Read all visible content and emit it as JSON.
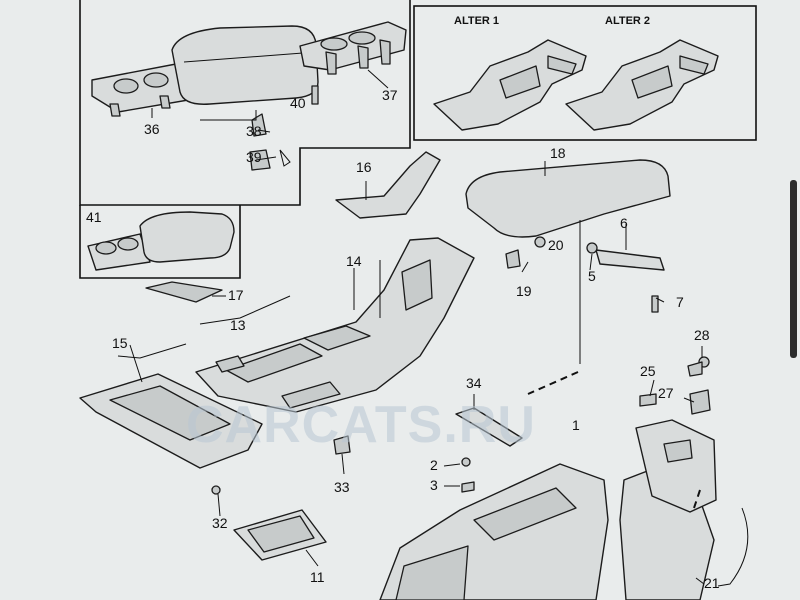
{
  "watermark": "CARCATS.RU",
  "inset_variants": [
    "ALTER 1",
    "ALTER 2"
  ],
  "callouts": {
    "c1": "1",
    "c2": "2",
    "c3": "3",
    "c5": "5",
    "c6": "6",
    "c7": "7",
    "c11": "11",
    "c13": "13",
    "c14": "14",
    "c15": "15",
    "c16": "16",
    "c17": "17",
    "c18": "18",
    "c19": "19",
    "c20": "20",
    "c21": "21",
    "c25": "25",
    "c27": "27",
    "c28": "28",
    "c32": "32",
    "c33": "33",
    "c34": "34",
    "c36": "36",
    "c37": "37",
    "c38": "38",
    "c39": "39",
    "c40": "40",
    "c41": "41"
  }
}
